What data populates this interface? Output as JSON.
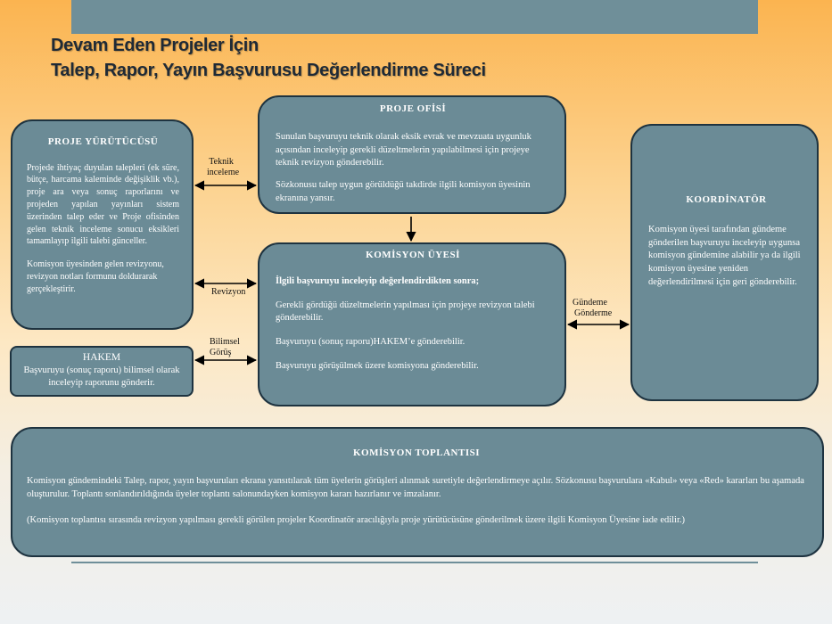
{
  "title": {
    "line1": "Devam Eden Projeler İçin",
    "line2": "Talep, Rapor, Yayın Başvurusu Değerlendirme Süreci"
  },
  "proje_yurutucusu": {
    "heading": "PROJE YÜRÜTÜCÜSÜ",
    "text1": "Projede ihtiyaç duyulan talepleri (ek süre, bütçe, harcama kaleminde değişiklik vb.), proje ara veya sonuç raporlarını ve projeden yapılan yayınları sistem üzerinden talep eder ve Proje ofisinden gelen teknik inceleme sonucu eksikleri tamamlayıp ilgili talebi günceller.",
    "text2": "Komisyon üyesinden gelen revizyonu, revizyon notları formunu doldurarak gerçekleştirir."
  },
  "proje_ofisi": {
    "heading": "PROJE OFİSİ",
    "text1": "Sunulan başvuruyu teknik olarak eksik evrak ve mevzuata uygunluk açısından inceleyip gerekli düzeltmelerin yapılabilmesi için projeye teknik revizyon gönderebilir.",
    "text2": "Sözkonusu talep uygun görüldüğü takdirde ilgili komisyon üyesinin ekranına yansır."
  },
  "komisyon_uyesi": {
    "heading": "KOMİSYON ÜYESİ",
    "intro": "İlgili başvuruyu inceleyip değerlendirdikten sonra;",
    "item1": "Gerekli gördüğü düzeltmelerin yapılması için projeye revizyon talebi gönderebilir.",
    "item2": "Başvuruyu (sonuç raporu)HAKEM’e gönderebilir.",
    "item3": "Başvuruyu görüşülmek üzere komisyona gönderebilir."
  },
  "koordinator": {
    "heading": "KOORDİNATÖR",
    "text": "Komisyon üyesi tarafından gündeme gönderilen başvuruyu inceleyip uygunsa komisyon gündemine alabilir ya da ilgili komisyon üyesine yeniden değerlendirilmesi için geri gönderebilir."
  },
  "hakem": {
    "heading": "HAKEM",
    "text": "Başvuruyu (sonuç raporu) bilimsel olarak inceleyip raporunu gönderir."
  },
  "komisyon_toplantisi": {
    "heading": "KOMİSYON TOPLANTISI",
    "text1": "Komisyon gündemindeki Talep, rapor, yayın başvuruları ekrana yansıtılarak tüm üyelerin görüşleri alınmak suretiyle değerlendirmeye açılır. Sözkonusu başvurulara «Kabul» veya «Red» kararları bu aşamada oluşturulur. Toplantı sonlandırıldığında üyeler toplantı salonundayken komisyon kararı hazırlanır ve imzalanır.",
    "text2": "(Komisyon toplantısı sırasında revizyon yapılması gerekli görülen projeler Koordinatör aracılığıyla proje yürütücüsüne gönderilmek üzere ilgili Komisyon Üyesine iade edilir.)"
  },
  "labels": {
    "teknik_1": "Teknik",
    "teknik_2": "inceleme",
    "revizyon": "Revizyon",
    "bilimsel_1": "Bilimsel",
    "bilimsel_2": "Görüş",
    "gundeme_1": "Gündeme",
    "gundeme_2": "Gönderme"
  },
  "colors": {
    "box_fill": "#6b8b96",
    "box_border": "#1e3340",
    "title": "#1f2a36"
  }
}
